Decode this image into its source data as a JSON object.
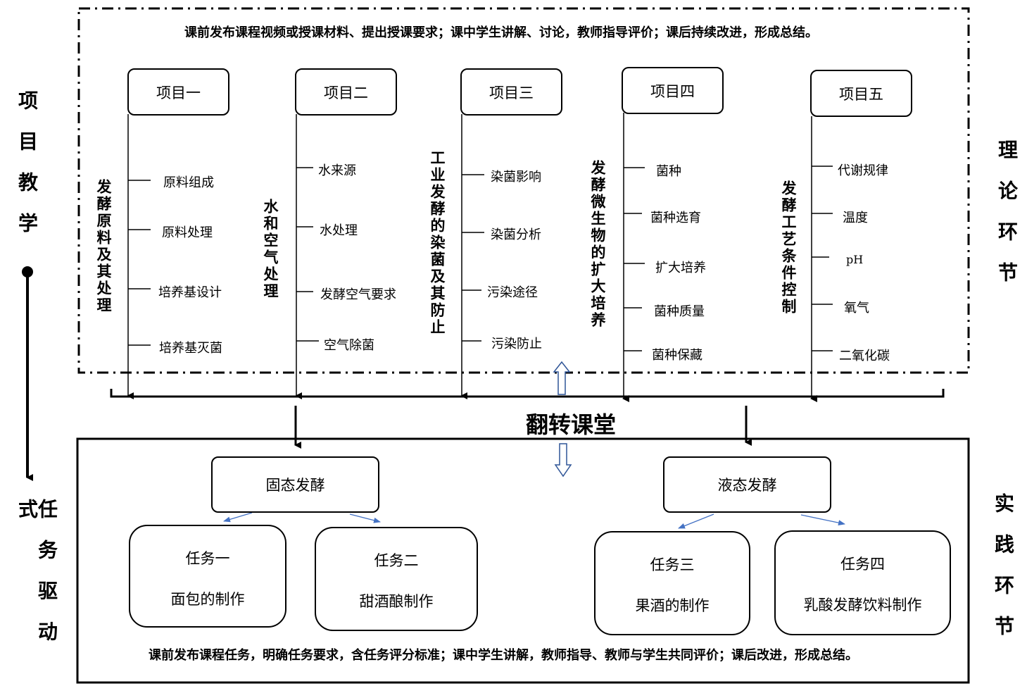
{
  "theory": {
    "description": "课前发布课程视频或授课材料、提出授课要求；课中学生讲解、讨论，教师指导评价；课后持续改进，形成总结。",
    "projects": [
      {
        "label": "项目一",
        "topic": "发酵原料及其处理",
        "items": [
          "原料组成",
          "原料处理",
          "培养基设计",
          "培养基灭菌"
        ]
      },
      {
        "label": "项目二",
        "topic": "水和空气处理",
        "items": [
          "水来源",
          "水处理",
          "发酵空气要求",
          "空气除菌"
        ]
      },
      {
        "label": "项目三",
        "topic": "工业发酵的染菌及其防止",
        "items": [
          "染菌影响",
          "染菌分析",
          "污染途径",
          "污染防止"
        ]
      },
      {
        "label": "项目四",
        "topic": "发酵微生物的扩大培养",
        "items": [
          "菌种",
          "菌种选育",
          "扩大培养",
          "菌种质量",
          "菌种保藏"
        ]
      },
      {
        "label": "项目五",
        "topic": "发酵工艺条件控制",
        "items": [
          "代谢规律",
          "温度",
          "pH",
          "氧气",
          "二氧化碳"
        ]
      }
    ]
  },
  "center": {
    "label": "翻转课堂"
  },
  "practice": {
    "description": "课前发布课程任务，明确任务要求，含任务评分标准；课中学生讲解，教师指导、教师与学生共同评价；课后改进，形成总结。",
    "categories": [
      {
        "label": "固态发酵",
        "tasks": [
          {
            "num": "任务一",
            "name": "面包的制作"
          },
          {
            "num": "任务二",
            "name": "甜酒酿制作"
          }
        ]
      },
      {
        "label": "液态发酵",
        "tasks": [
          {
            "num": "任务三",
            "name": "果酒的制作"
          },
          {
            "num": "任务四",
            "name": "乳酸发酵饮料制作"
          }
        ]
      }
    ]
  },
  "side_labels": {
    "left_top": "项目教学",
    "left_bottom": "任务驱动式",
    "right_top": "理论环节",
    "right_bottom": "实践环节"
  }
}
